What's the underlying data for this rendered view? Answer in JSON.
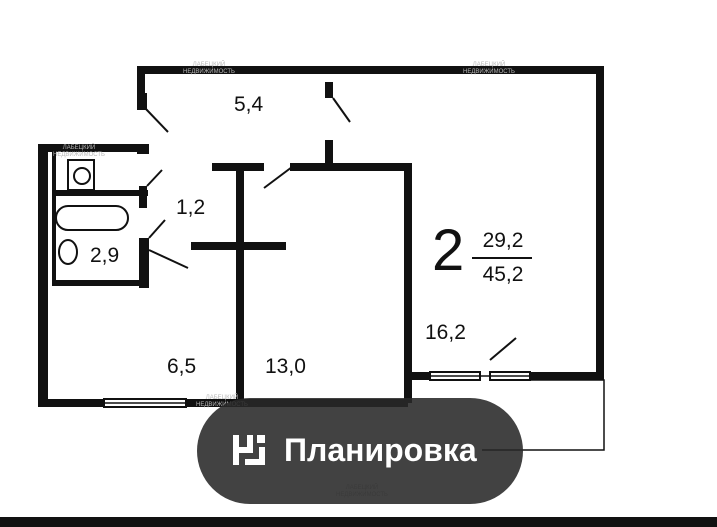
{
  "plan": {
    "rooms_count": "2",
    "living_area": "29,2",
    "total_area": "45,2",
    "rooms": {
      "hall": "5,4",
      "toilet": "1,2",
      "bathroom": "2,9",
      "kitchen": "6,5",
      "room_middle": "13,0",
      "room_large": "16,2"
    },
    "watermark": "ЛАБЕЦКИЙ\nНЕДВИЖИМОСТЬ"
  },
  "overlay": {
    "button_label": "Планировка",
    "button_icon": "floorplan-icon"
  },
  "colors": {
    "walls": "#111111",
    "background": "#ffffff",
    "button_bg": "#282828",
    "button_text": "#ffffff"
  }
}
